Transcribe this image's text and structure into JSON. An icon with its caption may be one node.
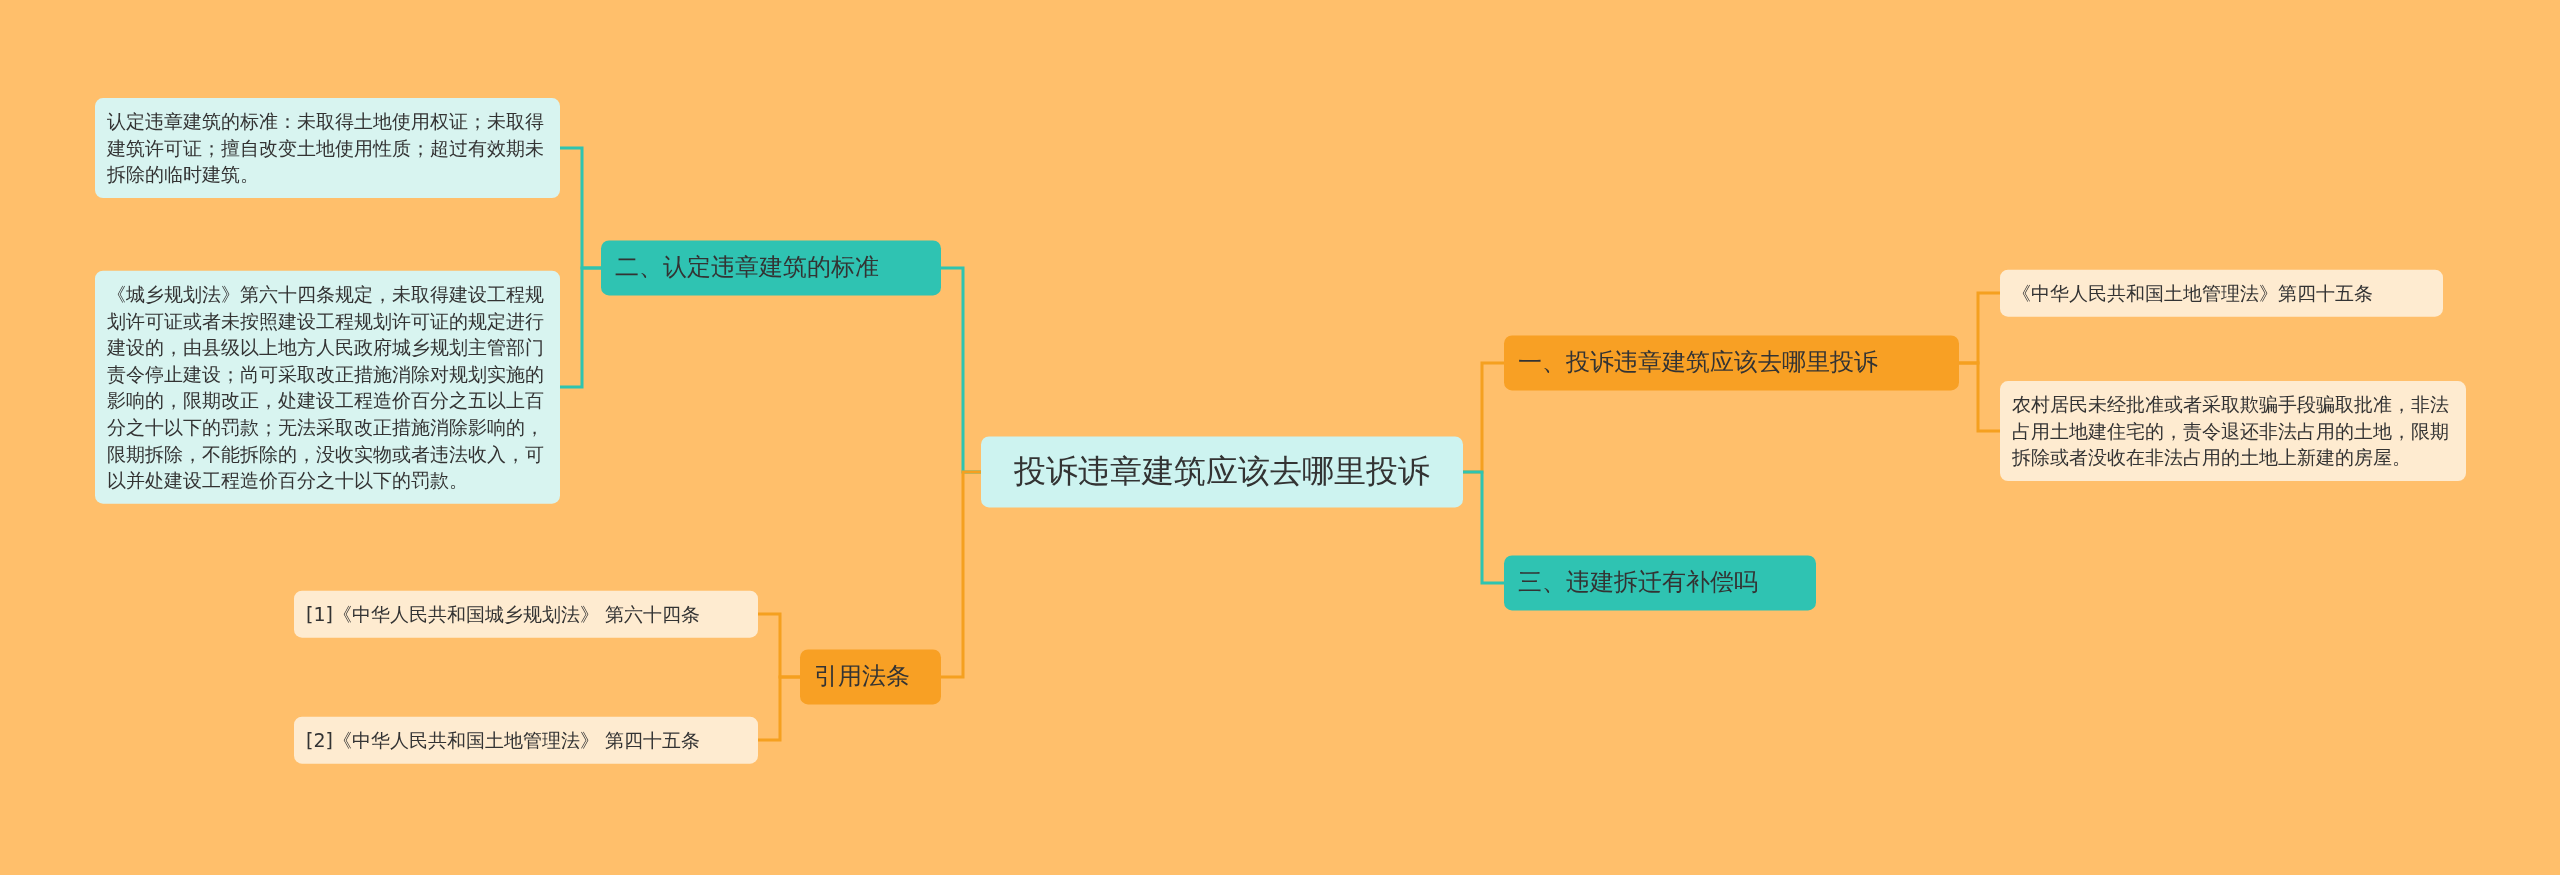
{
  "diagram": {
    "nodes": [
      {
        "text": [
          "投诉违章建筑应该去哪里投诉"
        ]
      },
      {
        "text": [
          "一、投诉违章建筑应该去哪里投诉"
        ]
      },
      {
        "text": [
          "《中华人民共和国土地管理法》第四十五条"
        ]
      },
      {
        "text": [
          "农村居民未经批准或者采取欺骗手段骗取批准，非法占用土地建住宅的，责令退还非法占用的土地，限期拆除或者没收在非法占用的土地上新建的房屋。"
        ]
      },
      {
        "text": [
          "三、违建拆迁有补偿吗"
        ]
      },
      {
        "text": [
          "二、认定违章建筑的标准"
        ]
      },
      {
        "text": [
          "认定违章建筑的标准：未取得土地使用权证；未取得建筑许可证；擅自改变土地使用性质；超过有效期未拆除的临时建筑。"
        ]
      },
      {
        "text": [
          "《城乡规划法》第六十四条规定，未取得建设工程规划许可证或者未按照建设工程规划许可证的规定进行建设的，由县级以上地方人民政府城乡规划主管部门责令停止建设；尚可采取改正措施消除对规划实施的影响的，限期改正，处建设工程造价百分之五以上百分之十以下的罚款；无法采取改正措施消除影响的，限期拆除，不能拆除的，没收实物或者违法收入，可以并处建设工程造价百分之十以下的罚款。"
        ]
      },
      {
        "text": [
          "引用法条"
        ]
      },
      {
        "text": [
          "[1]《中华人民共和国城乡规划法》 第六十四条"
        ]
      },
      {
        "text": [
          "[2]《中华人民共和国土地管理法》 第四十五条"
        ]
      }
    ],
    "edges": [
      {
        "from": 0,
        "to": 1,
        "arrow": "none"
      },
      {
        "from": 1,
        "to": 2,
        "arrow": "none"
      },
      {
        "from": 1,
        "to": 3,
        "arrow": "none"
      },
      {
        "from": 0,
        "to": 4,
        "arrow": "none",
        "color": "#2ec4b0"
      },
      {
        "from": 0,
        "to": 5,
        "arrow": "none",
        "color": "#2ec4b0"
      },
      {
        "from": 5,
        "to": 6,
        "arrow": "none",
        "color": "#2ec4b0"
      },
      {
        "from": 5,
        "to": 7,
        "arrow": "none",
        "color": "#2ec4b0"
      },
      {
        "from": 0,
        "to": 8,
        "arrow": "none"
      },
      {
        "from": 8,
        "to": 9,
        "arrow": "none"
      },
      {
        "from": 8,
        "to": 10,
        "arrow": "none"
      }
    ]
  }
}
